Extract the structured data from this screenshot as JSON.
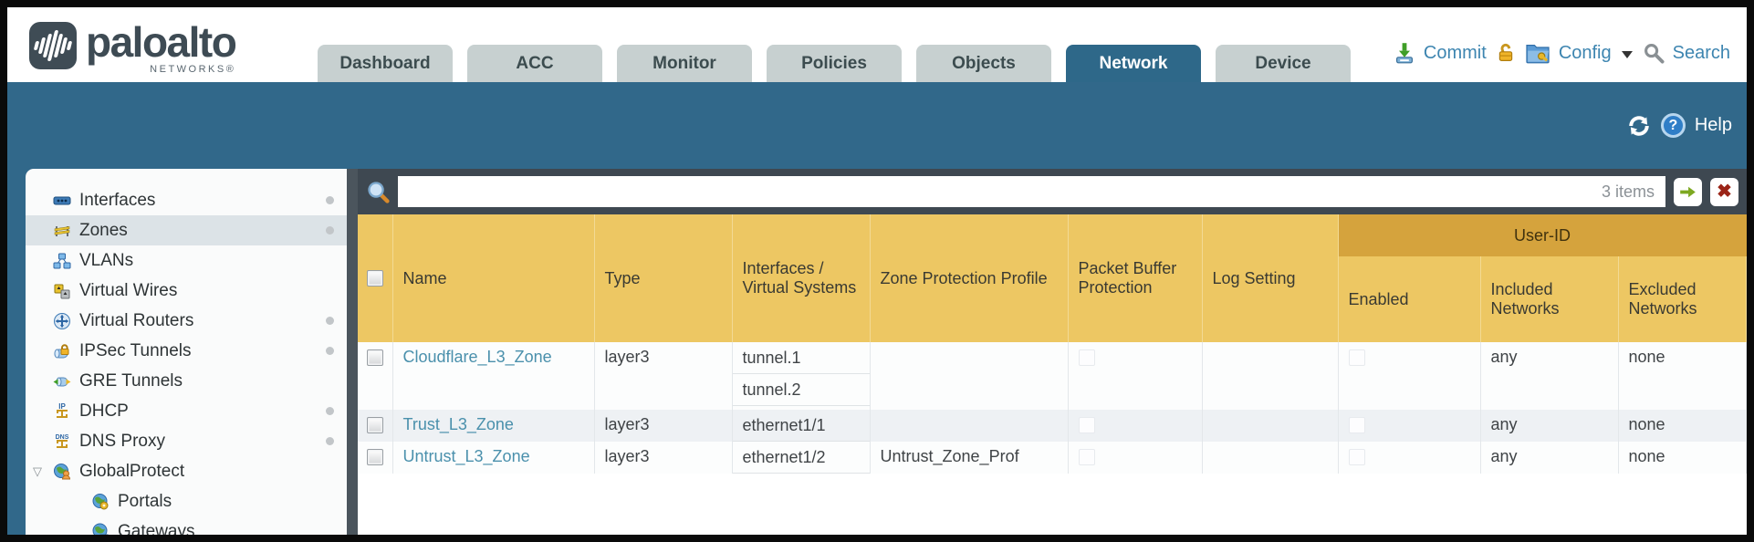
{
  "brand": {
    "name": "paloalto",
    "sub": "NETWORKS®"
  },
  "nav": {
    "tabs": [
      {
        "label": "Dashboard",
        "active": false
      },
      {
        "label": "ACC",
        "active": false
      },
      {
        "label": "Monitor",
        "active": false
      },
      {
        "label": "Policies",
        "active": false
      },
      {
        "label": "Objects",
        "active": false
      },
      {
        "label": "Network",
        "active": true
      },
      {
        "label": "Device",
        "active": false
      }
    ],
    "commit_label": "Commit",
    "config_label": "Config",
    "search_label": "Search"
  },
  "utility": {
    "help_label": "Help"
  },
  "filter": {
    "value": "",
    "items_count": "3 items"
  },
  "sidebar": {
    "items": [
      {
        "label": "Interfaces",
        "icon": "interfaces-icon",
        "has_dot": true,
        "selected": false
      },
      {
        "label": "Zones",
        "icon": "zones-icon",
        "has_dot": true,
        "selected": true
      },
      {
        "label": "VLANs",
        "icon": "vlans-icon",
        "has_dot": false,
        "selected": false
      },
      {
        "label": "Virtual Wires",
        "icon": "virtual-wires-icon",
        "has_dot": false,
        "selected": false
      },
      {
        "label": "Virtual Routers",
        "icon": "virtual-routers-icon",
        "has_dot": true,
        "selected": false
      },
      {
        "label": "IPSec Tunnels",
        "icon": "ipsec-tunnels-icon",
        "has_dot": true,
        "selected": false
      },
      {
        "label": "GRE Tunnels",
        "icon": "gre-tunnels-icon",
        "has_dot": false,
        "selected": false
      },
      {
        "label": "DHCP",
        "icon": "dhcp-icon",
        "has_dot": true,
        "selected": false
      },
      {
        "label": "DNS Proxy",
        "icon": "dns-proxy-icon",
        "has_dot": true,
        "selected": false
      },
      {
        "label": "GlobalProtect",
        "icon": "globalprotect-icon",
        "has_dot": false,
        "selected": false,
        "expandable": true
      },
      {
        "label": "Portals",
        "icon": "portals-icon",
        "has_dot": false,
        "selected": false,
        "child": true
      },
      {
        "label": "Gateways",
        "icon": "gateways-icon",
        "has_dot": false,
        "selected": false,
        "child": true
      }
    ]
  },
  "table": {
    "group_header": "User-ID",
    "columns": {
      "name": "Name",
      "type": "Type",
      "interfaces": "Interfaces / Virtual Systems",
      "zpp": "Zone Protection Profile",
      "pbp": "Packet Buffer Protection",
      "log": "Log Setting",
      "enabled": "Enabled",
      "included": "Included Networks",
      "excluded": "Excluded Networks"
    },
    "rows": [
      {
        "name": "Cloudflare_L3_Zone",
        "type": "layer3",
        "interfaces": [
          "tunnel.1",
          "tunnel.2"
        ],
        "zone_protection_profile": "",
        "log_setting": "",
        "included_networks": "any",
        "excluded_networks": "none"
      },
      {
        "name": "Trust_L3_Zone",
        "type": "layer3",
        "interfaces": [
          "ethernet1/1"
        ],
        "zone_protection_profile": "",
        "log_setting": "",
        "included_networks": "any",
        "excluded_networks": "none"
      },
      {
        "name": "Untrust_L3_Zone",
        "type": "layer3",
        "interfaces": [
          "ethernet1/2"
        ],
        "zone_protection_profile": "Untrust_Zone_Prof",
        "log_setting": "",
        "included_networks": "any",
        "excluded_networks": "none"
      }
    ]
  },
  "colors": {
    "teal": "#31688A",
    "header_orange": "#EDC763",
    "userid_band": "#D5A33D",
    "slate": "#3E4851",
    "link_blue": "#4A90AC",
    "action_blue": "#3D85B0"
  }
}
